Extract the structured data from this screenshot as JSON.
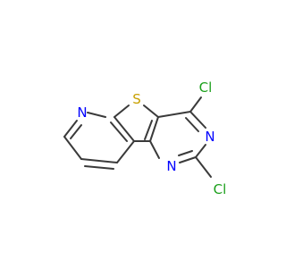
{
  "molecule": {
    "atoms": {
      "s1": "S",
      "n_pyridine": "N",
      "n3": "N",
      "n1": "N",
      "cl4": "Cl",
      "cl2": "Cl"
    },
    "colors": {
      "bond": "#3a3a3a",
      "carbon": "#3a3a3a",
      "nitrogen": "#0000ff",
      "sulfur": "#c8a000",
      "chlorine": "#1ca01c"
    }
  }
}
